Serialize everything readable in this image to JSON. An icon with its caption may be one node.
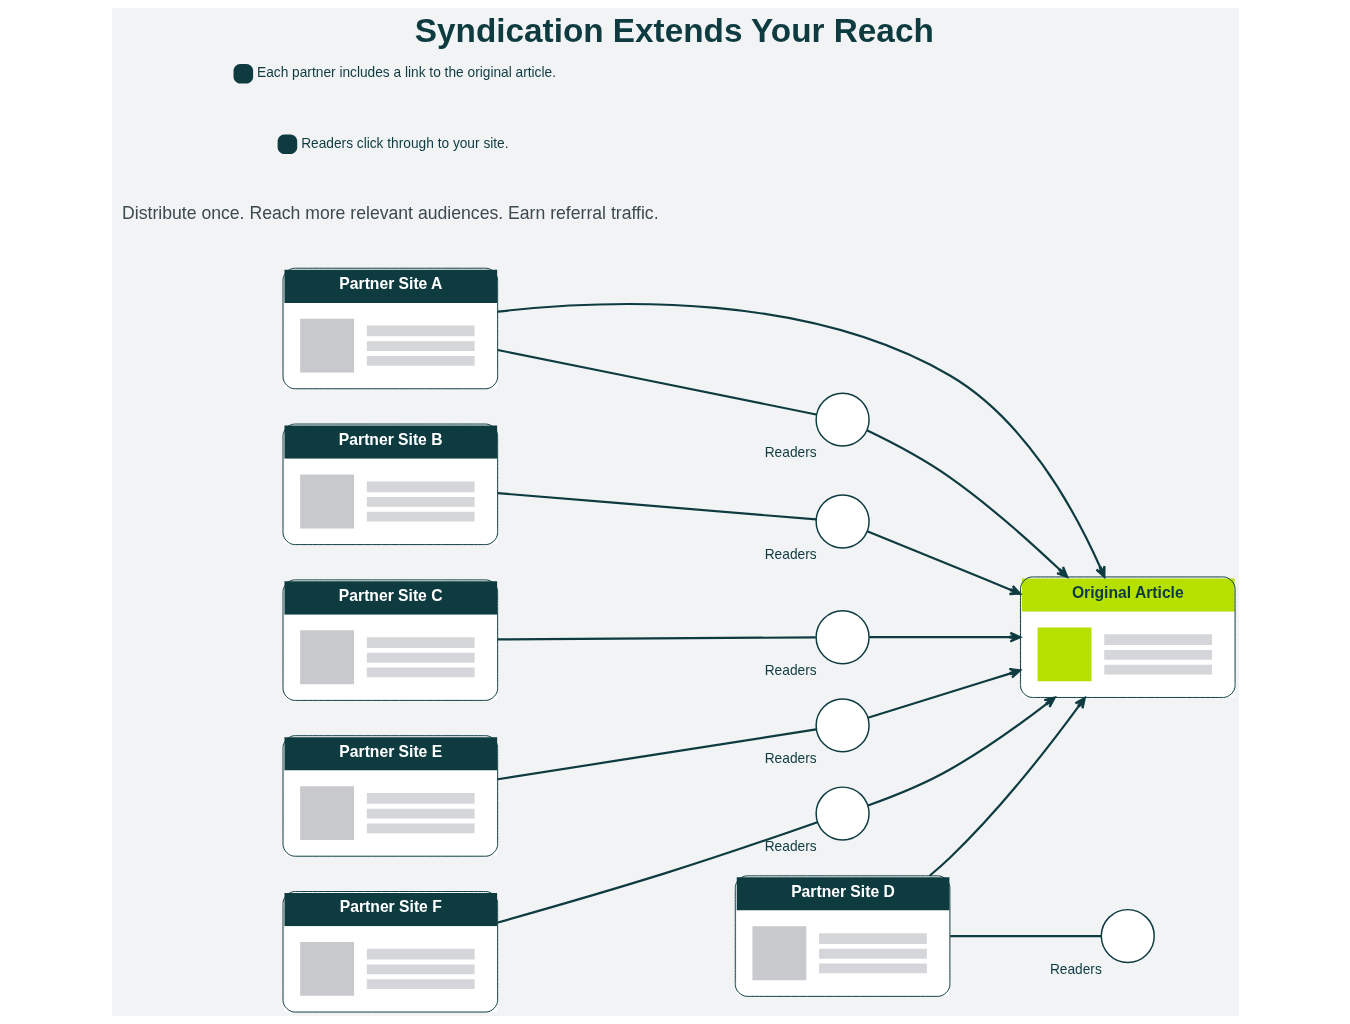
{
  "diagram": {
    "title": "Syndication Extends Your Reach",
    "nodes": [
      {
        "text": [
          "Original Article"
        ]
      },
      {
        "text": [
          "Partner Site A"
        ]
      },
      {
        "text": [],
        "shape": "circle",
        "beside": [
          "Readers"
        ]
      },
      {
        "text": [
          "Partner Site B"
        ]
      },
      {
        "text": [],
        "shape": "circle",
        "beside": [
          "Readers"
        ]
      },
      {
        "text": [
          "Partner Site C"
        ]
      },
      {
        "text": [],
        "shape": "circle",
        "beside": [
          "Readers"
        ]
      },
      {
        "text": [
          "Partner Site D"
        ]
      },
      {
        "text": [],
        "shape": "circle",
        "beside": [
          "Readers"
        ]
      },
      {
        "text": [
          "Partner Site E"
        ]
      },
      {
        "text": [],
        "shape": "circle",
        "beside": [
          "Readers"
        ]
      },
      {
        "text": [
          "Partner Site F"
        ]
      },
      {
        "text": [],
        "shape": "circle",
        "beside": [
          "Readers"
        ]
      }
    ],
    "edges": [
      {
        "from": 1,
        "to": 0,
        "arrow": "to"
      },
      {
        "from": 1,
        "to": 2,
        "arrow": "none"
      },
      {
        "from": 2,
        "to": 0,
        "arrow": "to"
      },
      {
        "from": 3,
        "to": 4,
        "arrow": "none"
      },
      {
        "from": 4,
        "to": 0,
        "arrow": "to"
      },
      {
        "from": 5,
        "to": 6,
        "arrow": "none"
      },
      {
        "from": 6,
        "to": 0,
        "arrow": "to"
      },
      {
        "from": 7,
        "to": 0,
        "arrow": "to"
      },
      {
        "from": 7,
        "to": 8,
        "arrow": "none"
      },
      {
        "from": 9,
        "to": 10,
        "arrow": "none"
      },
      {
        "from": 10,
        "to": 0,
        "arrow": "to"
      },
      {
        "from": 11,
        "to": 12,
        "arrow": "none"
      },
      {
        "from": 12,
        "to": 0,
        "arrow": "to"
      }
    ],
    "labels": [
      "Distribute once. Reach more relevant audiences. Earn referral traffic."
    ],
    "legend": [
      {
        "text": "Each partner includes a link to the original article."
      },
      {
        "text": "Readers click through to your site."
      }
    ]
  }
}
